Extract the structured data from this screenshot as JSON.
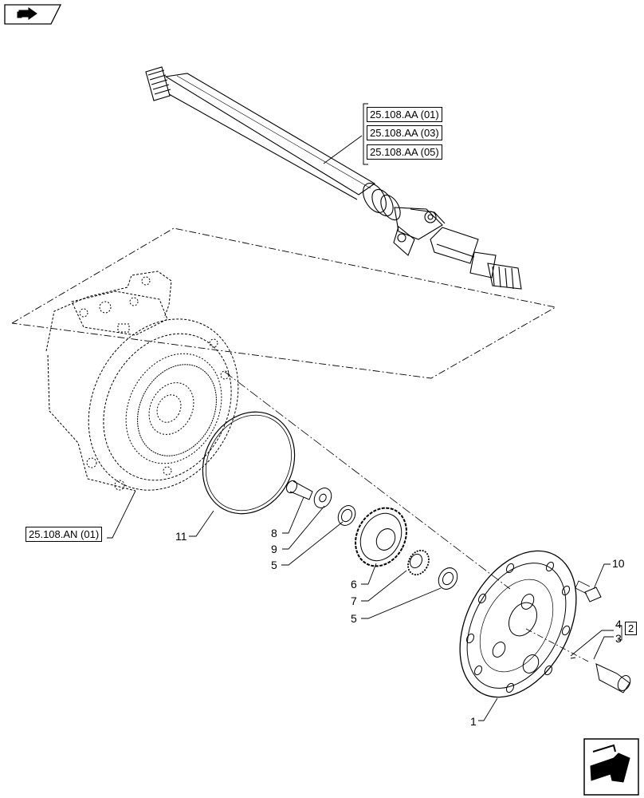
{
  "references": {
    "shaft_refs": [
      "25.108.AA (01)",
      "25.108.AA (03)",
      "25.108.AA (05)"
    ],
    "hub_ref": "25.108.AN (01)"
  },
  "callouts": {
    "c11": "11",
    "c8": "8",
    "c9": "9",
    "c5a": "5",
    "c6": "6",
    "c7": "7",
    "c5b": "5",
    "c10": "10",
    "c4": "4",
    "c3": "3",
    "c1": "1",
    "group_2": "2"
  },
  "icons": {
    "top_left": "hand-pointer-icon",
    "bottom_right": "return-arrow-icon"
  }
}
